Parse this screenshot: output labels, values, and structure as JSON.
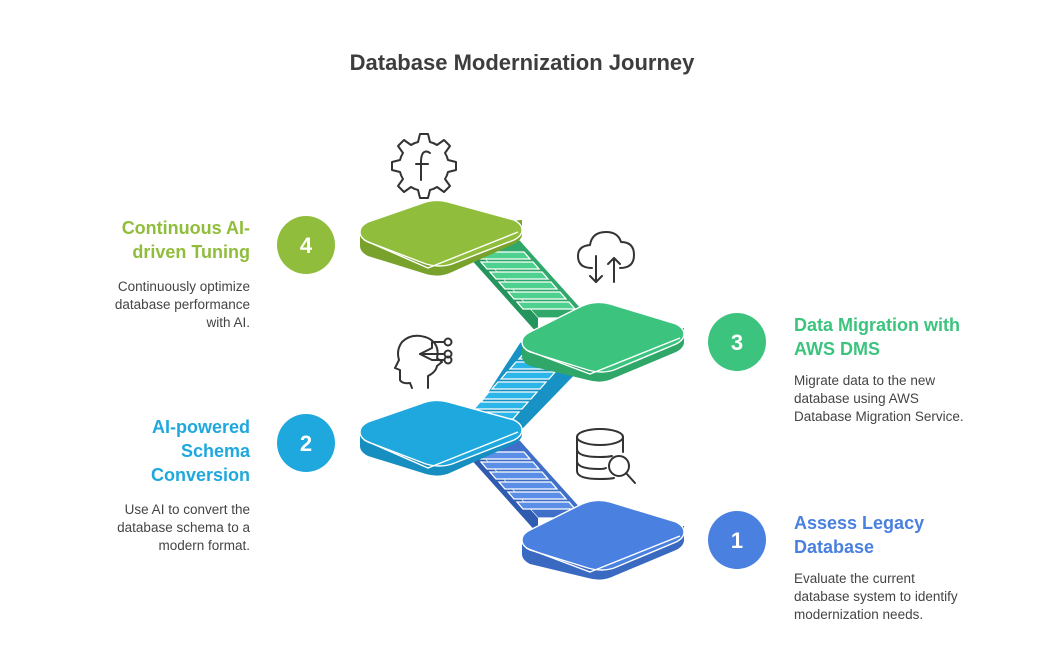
{
  "title": "Database Modernization Journey",
  "colors": {
    "step1": "#4a80e0",
    "step2": "#1ea8de",
    "step3": "#3cc47f",
    "step4": "#90bd3b"
  },
  "steps": [
    {
      "number": "1",
      "heading": "Assess Legacy Database",
      "description": "Evaluate the current database system to identify modernization needs.",
      "icon": "database-search-icon"
    },
    {
      "number": "2",
      "heading": "AI-powered Schema Conversion",
      "description": "Use AI to convert the database schema to a modern format.",
      "icon": "ai-head-circuit-icon"
    },
    {
      "number": "3",
      "heading": "Data Migration with AWS DMS",
      "description": "Migrate data to the new database using AWS Database Migration Service.",
      "icon": "cloud-transfer-icon"
    },
    {
      "number": "4",
      "heading": "Continuous AI-driven Tuning",
      "description": "Continuously optimize database performance with AI.",
      "icon": "function-gear-icon"
    }
  ]
}
